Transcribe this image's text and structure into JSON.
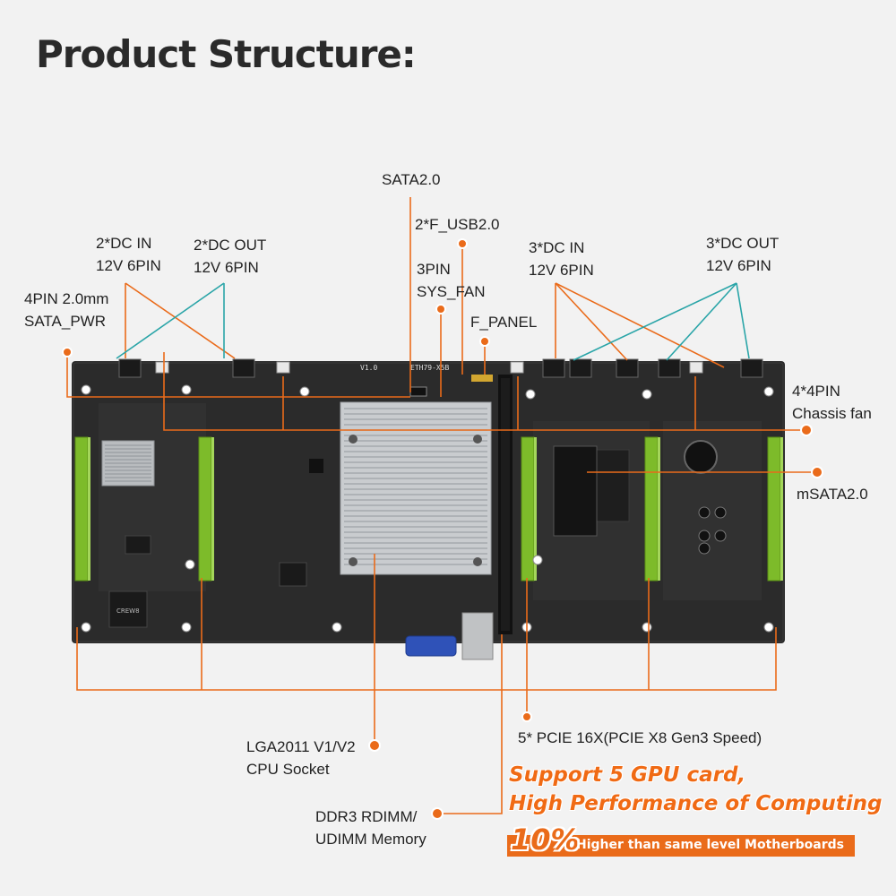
{
  "title": "Product Structure:",
  "labels": {
    "sata": [
      "SATA2.0"
    ],
    "f_usb": [
      "2*F_USB2.0"
    ],
    "sys_fan": [
      "3PIN",
      "SYS_FAN"
    ],
    "f_panel": [
      "F_PANEL"
    ],
    "dc_in_2": [
      "2*DC IN",
      "12V 6PIN"
    ],
    "dc_out_2": [
      "2*DC OUT",
      "12V 6PIN"
    ],
    "sata_pwr": [
      "4PIN 2.0mm",
      "SATA_PWR"
    ],
    "dc_in_3": [
      "3*DC IN",
      "12V 6PIN"
    ],
    "dc_out_3": [
      "3*DC OUT",
      "12V 6PIN"
    ],
    "chassis_fan": [
      "4*4PIN",
      "Chassis fan"
    ],
    "msata": [
      "mSATA2.0"
    ],
    "pcie": [
      "5* PCIE 16X(PCIE X8 Gen3 Speed)"
    ],
    "cpu": [
      "LGA2011 V1/V2",
      "CPU Socket"
    ],
    "memory": [
      "DDR3 RDIMM/",
      "UDIMM Memory"
    ]
  },
  "board": {
    "model_text": "ETH79-X5B",
    "version_text": "V1.0",
    "chip_text": "CREW8"
  },
  "promo": {
    "line1": "Support 5 GPU card,",
    "line2": "High Performance of Computing",
    "percent": "10%",
    "line3": "Higher than same level Motherboards"
  },
  "colors": {
    "accent": "#ea6b1a",
    "teal": "#2aa5a8",
    "board": "#2b2b2b",
    "pcie_slot": "#7dbb2a",
    "heatsink": "#c9cccf"
  }
}
